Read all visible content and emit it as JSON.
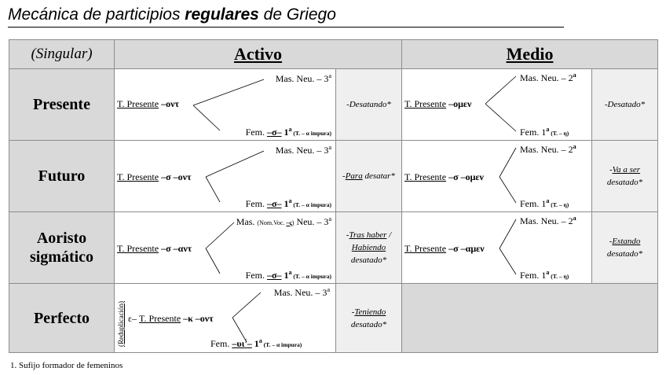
{
  "title": {
    "pre": "Mecánica de participios ",
    "bold": "regulares",
    "post": " de Griego"
  },
  "header": {
    "singular": "(Singular)",
    "activo": "Activo",
    "medio": "Medio"
  },
  "rows": [
    {
      "label_lines": [
        "Presente"
      ],
      "activo": {
        "stem_label": "T. Presente",
        "stem_rest": " –οντ",
        "top_main": "Mas. Neu. – 3",
        "top_sup": "a",
        "bottom_pre": "Fem. ",
        "bottom_u": "–σ–",
        "bottom_mid": " 1",
        "bottom_sup": "a",
        "bottom_small": " (T. – α impura)"
      },
      "activo_note": {
        "pre": "-Desatando*",
        "u": "",
        "post": ""
      },
      "medio": {
        "stem_label": "T. Presente",
        "stem_rest": " –ομεν",
        "top_main": "Mas. Neu. – 2",
        "top_sup": "a",
        "bottom_main": "Fem. 1",
        "bottom_sup": "a",
        "bottom_small": " (T. – η)"
      },
      "medio_note": {
        "pre": "-Desatado*",
        "u": "",
        "post": ""
      }
    },
    {
      "label_lines": [
        "Futuro"
      ],
      "activo": {
        "stem_label": "T. Presente",
        "stem_rest": " –σ –οντ",
        "top_main": "Mas. Neu. – 3",
        "top_sup": "a",
        "bottom_pre": "Fem. ",
        "bottom_u": "–σ–",
        "bottom_mid": " 1",
        "bottom_sup": "a",
        "bottom_small": " (T. – α impura)"
      },
      "activo_note": {
        "pre": "-",
        "u": "Para",
        "post": " desatar*"
      },
      "medio": {
        "stem_label": "T. Presente",
        "stem_rest": " –σ –ομεν",
        "top_main": "Mas. Neu. – 2",
        "top_sup": "a",
        "bottom_main": "Fem. 1",
        "bottom_sup": "a",
        "bottom_small": " (T. – η)"
      },
      "medio_note": {
        "pre": "-",
        "u": "Va a ser",
        "post": " desatado*"
      }
    },
    {
      "label_lines": [
        "Aoristo",
        "sigmático"
      ],
      "activo": {
        "stem_label": "T. Presente",
        "stem_rest": " –σ –αντ",
        "top_pre": "Mas. ",
        "top_small": "(Nom.Voc. ",
        "top_small_u": "–ς",
        "top_small_post": ")",
        "top_main": " Neu. – 3",
        "top_sup": "a",
        "bottom_pre": "Fem. ",
        "bottom_u": "–σ–",
        "bottom_mid": " 1",
        "bottom_sup": "a",
        "bottom_small": " (T. – α impura)"
      },
      "activo_note": {
        "pre": "-",
        "u": "Tras haber",
        "post": " / ",
        "u2": "Habiendo",
        "post2": " desatado*"
      },
      "medio": {
        "stem_label": "T. Presente",
        "stem_rest": " –σ –αμεν",
        "top_main": "Mas. Neu. – 2",
        "top_sup": "a",
        "bottom_main": "Fem. 1",
        "bottom_sup": "a",
        "bottom_small": " (T. – η)"
      },
      "medio_note": {
        "pre": "-",
        "u": "Estando",
        "post": " desatado*"
      }
    },
    {
      "label_lines": [
        "Perfecto"
      ],
      "activo": {
        "redup": "(Reduplicación)",
        "prefix": "ε– ",
        "stem_label": "T. Presente",
        "stem_rest": " –κ –οντ",
        "top_main": "Mas.  Neu. – 3",
        "top_sup": "a",
        "bottom_pre": "Fem. ",
        "bottom_u": "–υι",
        "bottom_u_sup": "1",
        "bottom_u2": "–",
        "bottom_mid": " 1",
        "bottom_sup": "a",
        "bottom_small": " (T. – α impura)"
      },
      "activo_note": {
        "pre": "-",
        "u": "Teniendo",
        "post": " desatado*"
      }
    }
  ],
  "footnote": "1.  Sufijo formador de femeninos"
}
